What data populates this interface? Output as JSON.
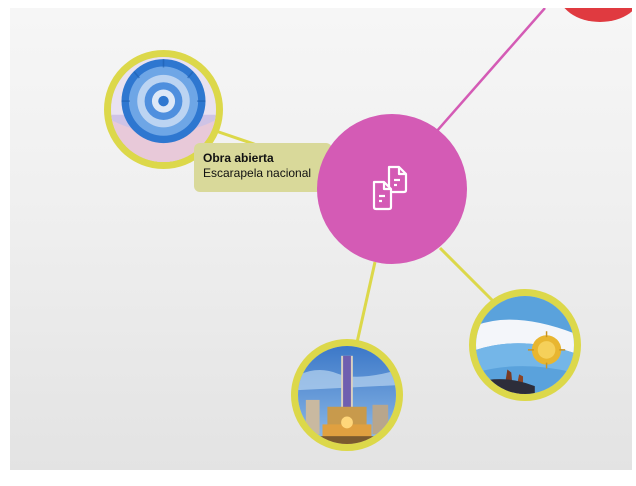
{
  "tooltip": {
    "title": "Obra abierta",
    "subtitle": "Escarapela nacional"
  },
  "hub": {
    "icon": "documents-icon",
    "color": "#d45bb5"
  },
  "nodes": [
    {
      "id": "escarapela",
      "image": "escarapela-cockade-image"
    },
    {
      "id": "monumento",
      "image": "monumento-bandera-image"
    },
    {
      "id": "bandera",
      "image": "argentine-flag-image"
    }
  ],
  "colors": {
    "node_border": "#dcd84a",
    "pink_link": "#d45bb5",
    "yellow_link": "#dcd84a",
    "red_node": "#e03a40"
  }
}
